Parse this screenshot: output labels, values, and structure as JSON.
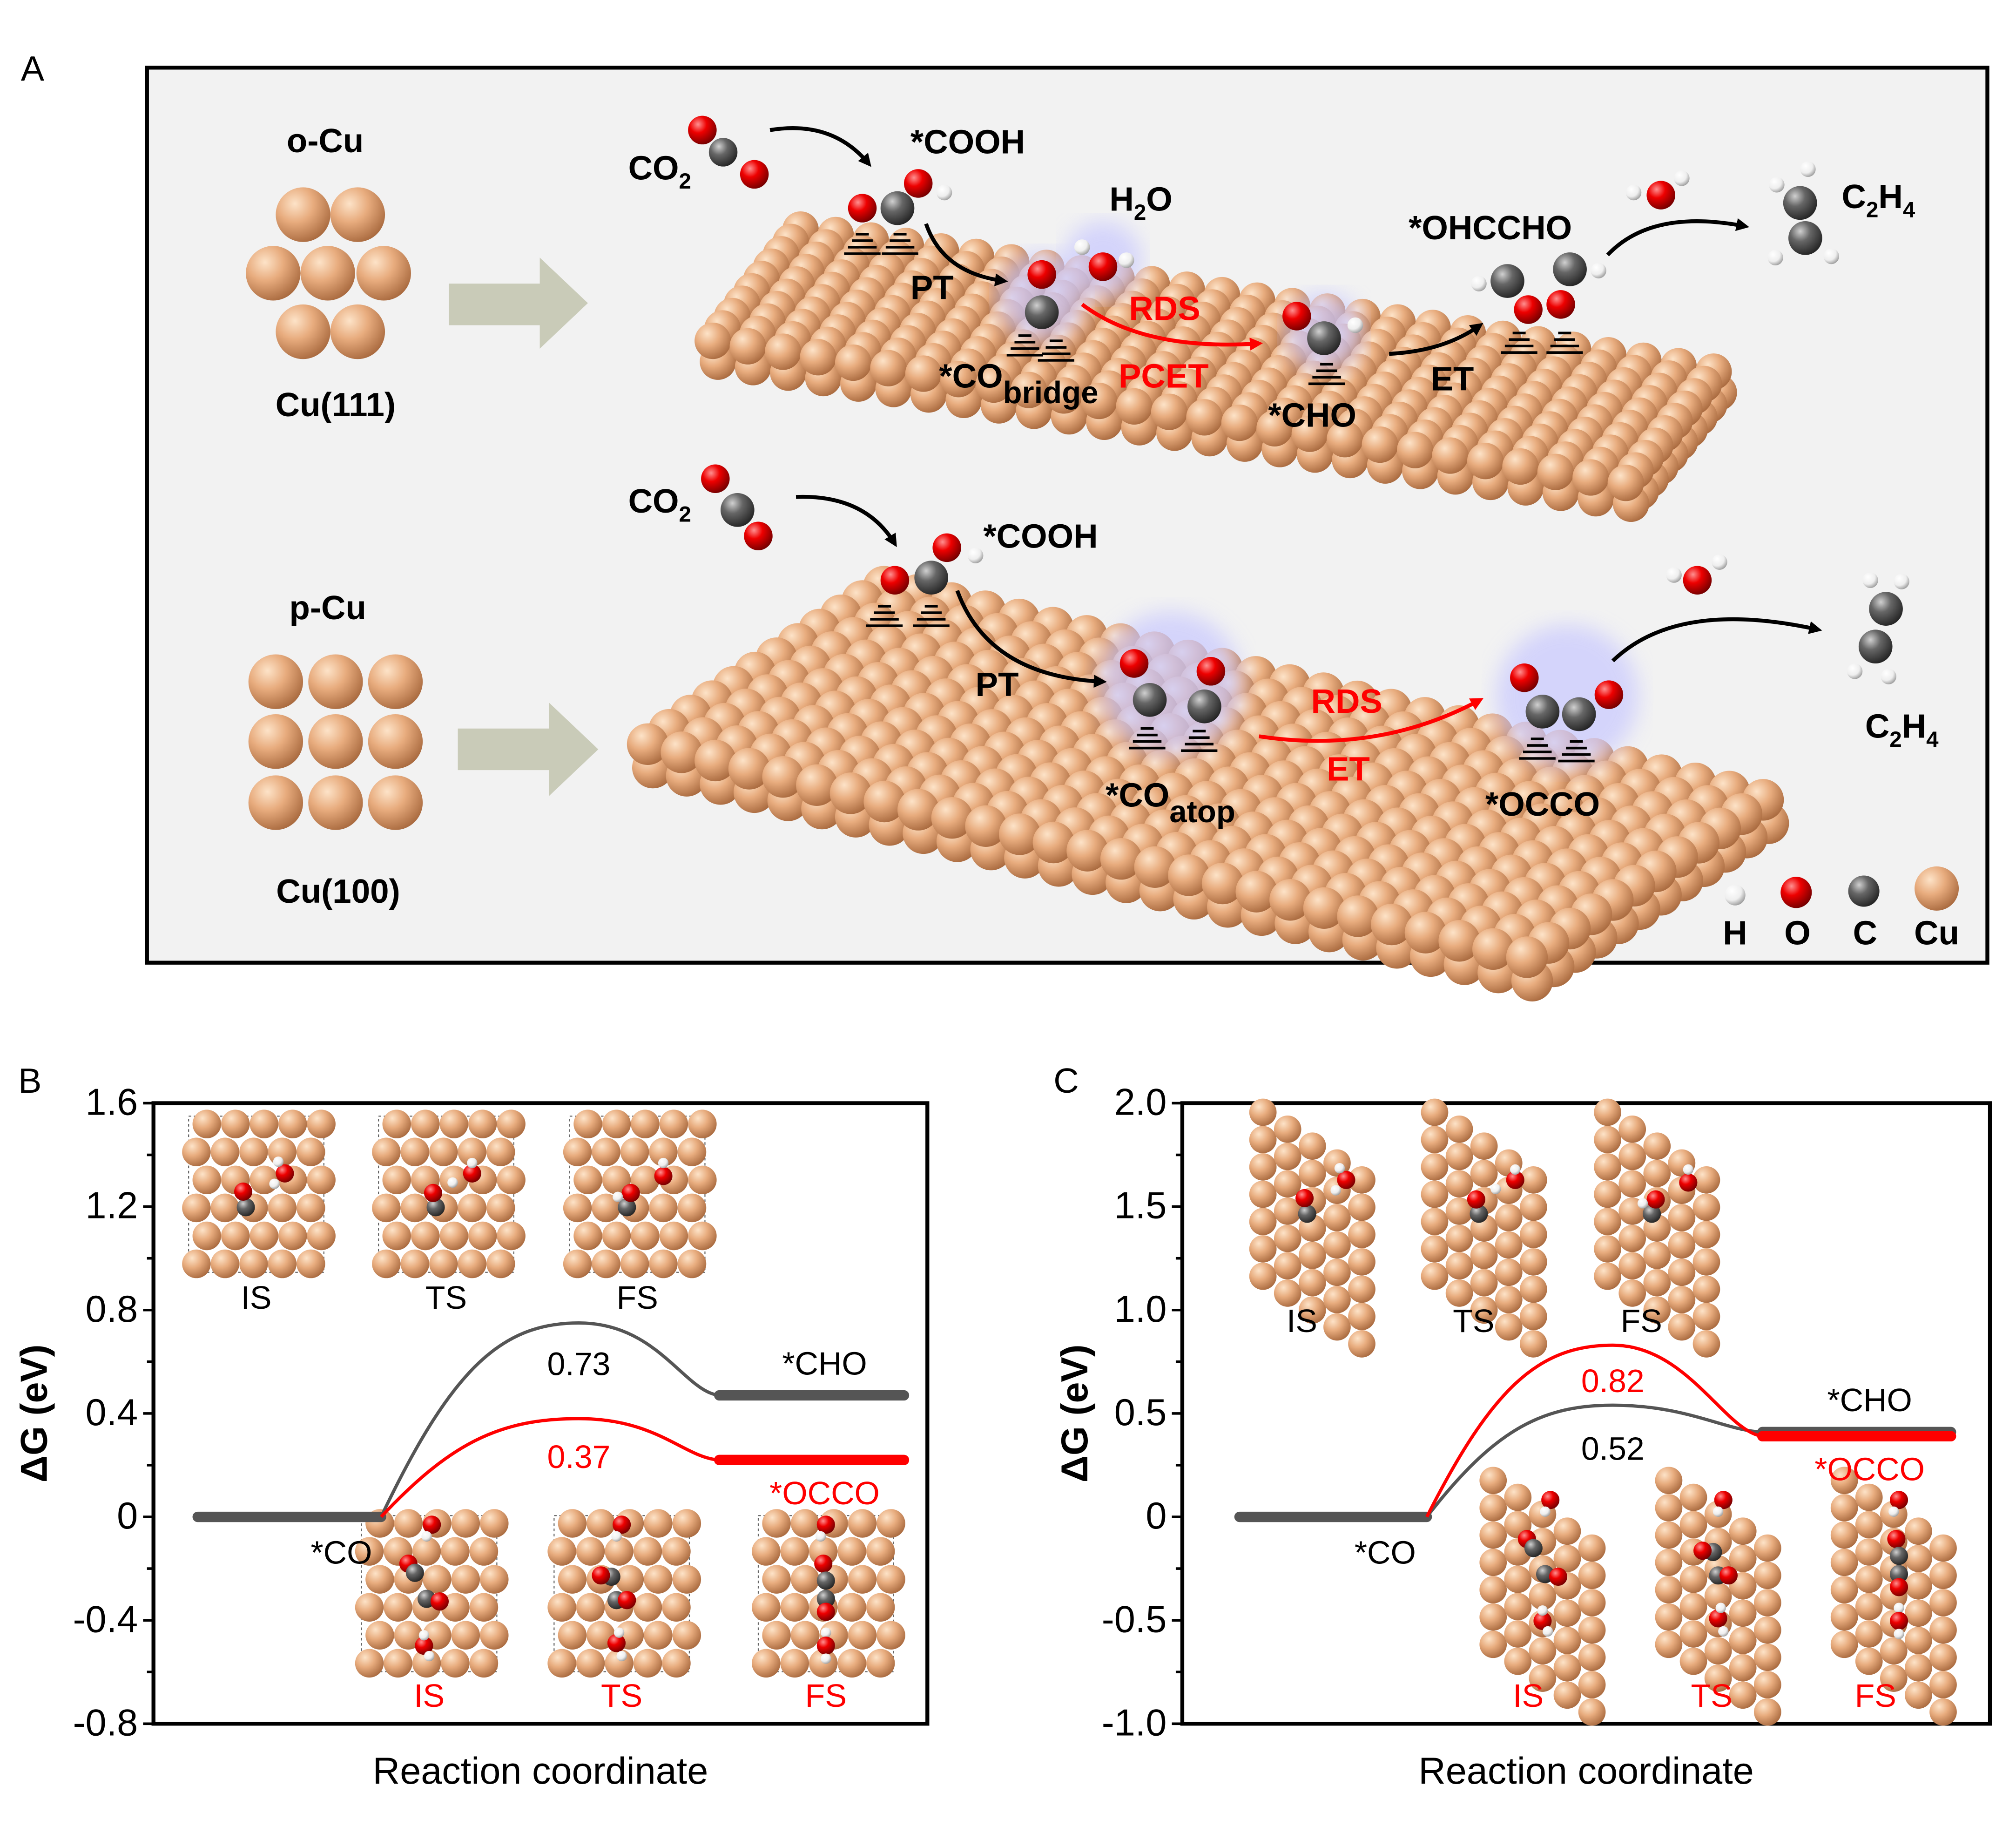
{
  "panel_a": {
    "letter": "A",
    "top": {
      "material": "o-Cu",
      "facet": "Cu(111)",
      "co2": {
        "base": "CO",
        "sub": "2"
      },
      "cooh": "*COOH",
      "h2o": {
        "a": "H",
        "sub": "2",
        "b": "O"
      },
      "pt": "PT",
      "co_bridge": {
        "base": "*CO",
        "sub": "bridge"
      },
      "rds": "RDS",
      "pcet": "PCET",
      "cho": "*CHO",
      "et": "ET",
      "ohccho": "*OHCCHO",
      "c2h4": {
        "a": "C",
        "sub1": "2",
        "b": "H",
        "sub2": "4"
      }
    },
    "bottom": {
      "material": "p-Cu",
      "facet": "Cu(100)",
      "co2": {
        "base": "CO",
        "sub": "2"
      },
      "cooh": "*COOH",
      "pt": "PT",
      "co_atop": {
        "base": "*CO",
        "sub": "atop"
      },
      "rds": "RDS",
      "et": "ET",
      "occo": "*OCCO",
      "c2h4": {
        "a": "C",
        "sub1": "2",
        "b": "H",
        "sub2": "4"
      }
    },
    "legend": [
      "H",
      "O",
      "C",
      "Cu"
    ],
    "colors": {
      "cu": "#e6a97a",
      "o": "#e00000",
      "c": "#555555",
      "h": "#ffffff",
      "red_arrow": "#ff0000",
      "panel_bg": "#f2f2f2",
      "big_arrow": "#c9cbb8"
    }
  },
  "chart_data": [
    {
      "panel": "B",
      "type": "line",
      "xlabel": "Reaction coordinate",
      "ylabel": "ΔG (eV)",
      "ylim": [
        -0.8,
        1.6
      ],
      "yticks": [
        "-0.8",
        "-0.4",
        "0",
        "0.4",
        "0.8",
        "1.2",
        "1.6"
      ],
      "initial_label": "*CO",
      "initial_value": 0,
      "series": [
        {
          "name": "*CHO",
          "color": "#555555",
          "barrier": 0.73,
          "barrier_label": "0.73",
          "peak": 0.75,
          "final": 0.47
        },
        {
          "name": "*OCCO",
          "color": "#ff0000",
          "barrier": 0.37,
          "barrier_label": "0.37",
          "peak": 0.38,
          "final": 0.22
        }
      ],
      "insets_top": [
        "IS",
        "TS",
        "FS"
      ],
      "insets_bottom": [
        "IS",
        "TS",
        "FS"
      ]
    },
    {
      "panel": "C",
      "type": "line",
      "xlabel": "Reaction coordinate",
      "ylabel": "ΔG (eV)",
      "ylim": [
        -1.0,
        2.0
      ],
      "yticks": [
        "-1.0",
        "-0.5",
        "0",
        "0.5",
        "1.0",
        "1.5",
        "2.0"
      ],
      "initial_label": "*CO",
      "initial_value": 0,
      "series": [
        {
          "name": "*CHO",
          "color": "#555555",
          "barrier": 0.52,
          "barrier_label": "0.52",
          "peak": 0.54,
          "final": 0.41
        },
        {
          "name": "*OCCO",
          "color": "#ff0000",
          "barrier": 0.82,
          "barrier_label": "0.82",
          "peak": 0.83,
          "final": 0.39
        }
      ],
      "insets_top": [
        "IS",
        "TS",
        "FS"
      ],
      "insets_bottom": [
        "IS",
        "TS",
        "FS"
      ]
    }
  ]
}
